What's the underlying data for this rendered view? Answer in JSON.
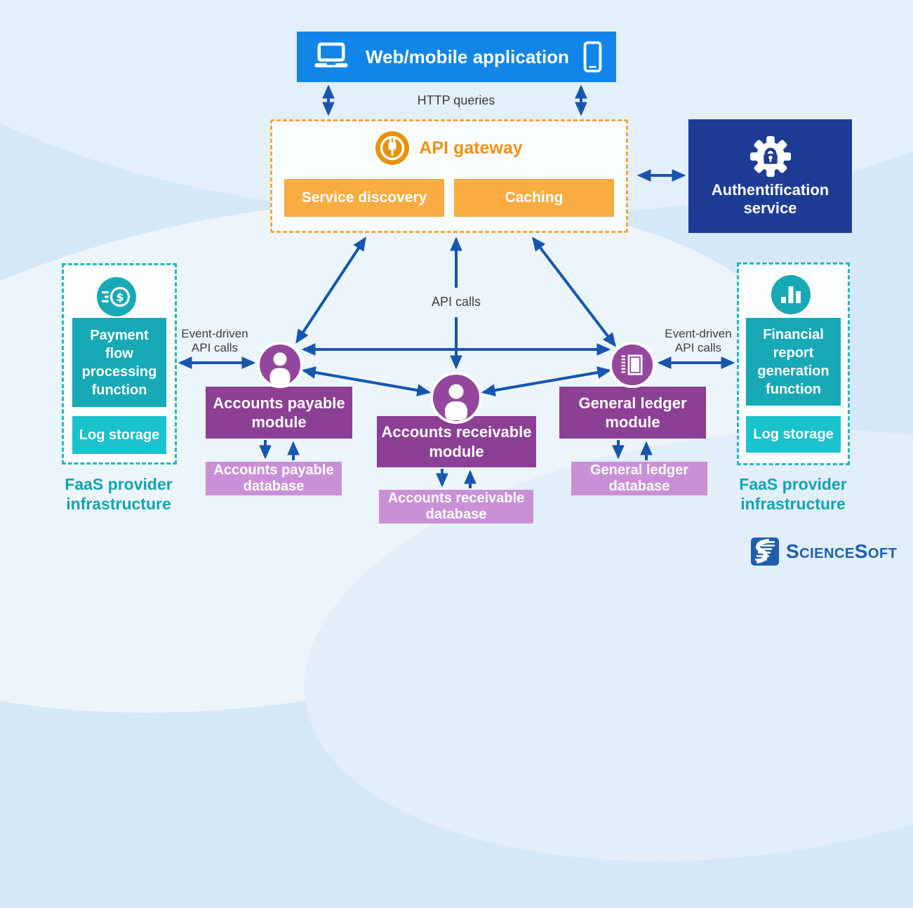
{
  "web_app": {
    "label": "Web/mobile application"
  },
  "api_gateway": {
    "title": "API gateway",
    "service_discovery": "Service discovery",
    "caching": "Caching"
  },
  "auth_service": {
    "label": "Authentification service"
  },
  "connections": {
    "http_queries": "HTTP queries",
    "api_calls": "API calls",
    "event_driven_left": "Event-driven API calls",
    "event_driven_right": "Event-driven API calls"
  },
  "faas_left": {
    "function": "Payment flow processing function",
    "log_storage": "Log storage",
    "caption": "FaaS provider infrastructure"
  },
  "faas_right": {
    "function": "Financial report generation function",
    "log_storage": "Log storage",
    "caption": "FaaS provider infrastructure"
  },
  "modules": {
    "payable": {
      "label": "Accounts payable module",
      "database": "Accounts payable database"
    },
    "receivable": {
      "label": "Accounts receivable module",
      "database": "Accounts receivable database"
    },
    "ledger": {
      "label": "General ledger module",
      "database": "General ledger database"
    }
  },
  "branding": {
    "logo_text": "ScienceSoft"
  },
  "icons": {
    "laptop": "laptop-icon",
    "smartphone": "smartphone-icon",
    "plug": "api-plug-icon",
    "gear_lock": "gear-lock-icon",
    "coin": "payment-coin-icon",
    "bar_chart": "report-chart-icon",
    "person": "user-icon",
    "ledger": "ledger-book-icon",
    "logo_mark": "sciencesoft-logo-icon"
  },
  "colors": {
    "background": "#d5e8f7",
    "bar_blue": "#1285e8",
    "arrow_blue": "#1656ae",
    "orange_border": "#f3a53c",
    "orange_button": "#f9ac41",
    "orange_icon": "#e8920b",
    "orange_text": "#ef9214",
    "navy": "#1e3c95",
    "teal": "#17a9b6",
    "cyan": "#19c2cd",
    "teal_dash": "#1ab9c5",
    "teal_text": "#13a3b3",
    "purple": "#8b3f95",
    "purple_icon": "#95479e",
    "purple_light": "#ca90d7",
    "logo_blue": "#1d5fae"
  }
}
